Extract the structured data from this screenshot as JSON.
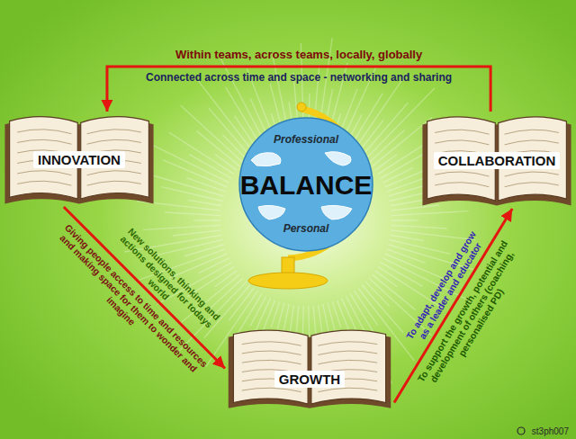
{
  "diagram": {
    "nodes": [
      {
        "text": [
          "INNOVATION"
        ]
      },
      {
        "text": [
          "Professional",
          "BALANCE",
          "Personal"
        ]
      },
      {
        "text": [
          "COLLABORATION"
        ]
      },
      {
        "text": [
          "GROWTH"
        ]
      }
    ],
    "edges": [
      {
        "from": 2,
        "to": 0,
        "arrow": "to",
        "label": "Within teams, across teams, locally, globally"
      },
      {
        "from": 0,
        "to": 3,
        "arrow": "to",
        "label": "New solutions, thinking and actions designed for todays world"
      },
      {
        "from": 3,
        "to": 2,
        "arrow": "to",
        "label": "To adapt, develop and grow as a leader and educator"
      }
    ],
    "labels": [
      "Connected across time and space - networking and sharing",
      "Giving people access to time and resources and making space for them to wonder and imagine",
      "To support the growth, potential and development of others (coaching, personalised PD)",
      "st3ph007"
    ]
  }
}
